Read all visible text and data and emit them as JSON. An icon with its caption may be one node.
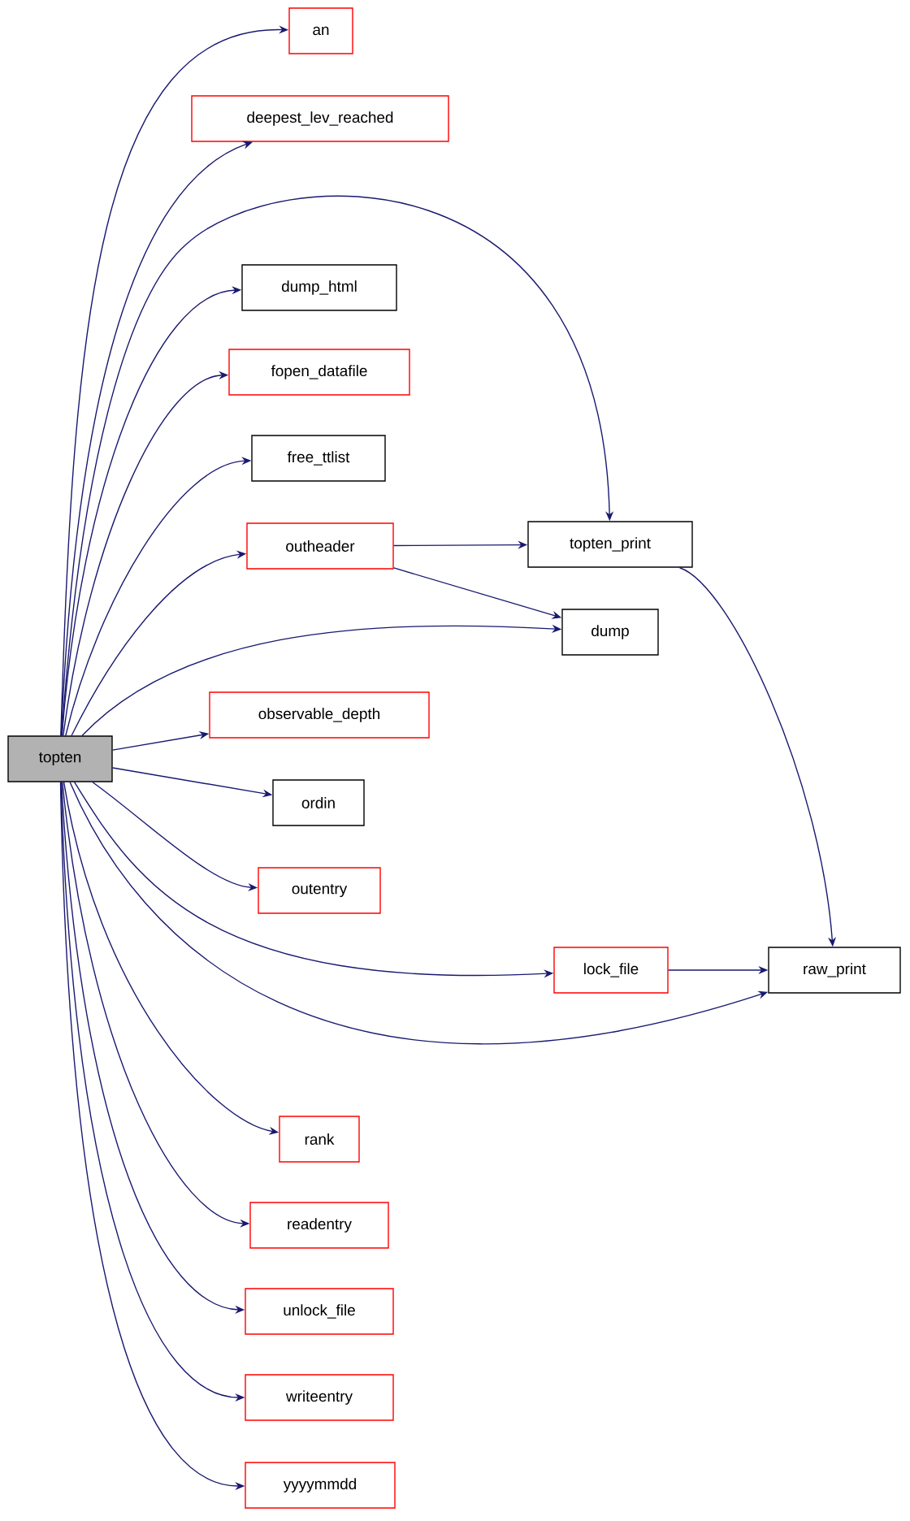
{
  "diagram": {
    "nodes": [
      {
        "text": [
          "topten"
        ]
      },
      {
        "text": [
          "an"
        ]
      },
      {
        "text": [
          "deepest_lev_reached"
        ]
      },
      {
        "text": [
          "dump_html"
        ]
      },
      {
        "text": [
          "fopen_datafile"
        ]
      },
      {
        "text": [
          "free_ttlist"
        ]
      },
      {
        "text": [
          "outheader"
        ]
      },
      {
        "text": [
          "topten_print"
        ]
      },
      {
        "text": [
          "dump"
        ]
      },
      {
        "text": [
          "observable_depth"
        ]
      },
      {
        "text": [
          "ordin"
        ]
      },
      {
        "text": [
          "outentry"
        ]
      },
      {
        "text": [
          "lock_file"
        ]
      },
      {
        "text": [
          "raw_print"
        ]
      },
      {
        "text": [
          "rank"
        ]
      },
      {
        "text": [
          "readentry"
        ]
      },
      {
        "text": [
          "unlock_file"
        ]
      },
      {
        "text": [
          "writeentry"
        ]
      },
      {
        "text": [
          "yyyymmdd"
        ]
      }
    ],
    "edges": [
      {
        "from": 0,
        "to": 1,
        "arrow": "to"
      },
      {
        "from": 0,
        "to": 2,
        "arrow": "to"
      },
      {
        "from": 0,
        "to": 3,
        "arrow": "to"
      },
      {
        "from": 0,
        "to": 4,
        "arrow": "to"
      },
      {
        "from": 0,
        "to": 5,
        "arrow": "to"
      },
      {
        "from": 0,
        "to": 6,
        "arrow": "to"
      },
      {
        "from": 0,
        "to": 7,
        "arrow": "to"
      },
      {
        "from": 0,
        "to": 8,
        "arrow": "to"
      },
      {
        "from": 0,
        "to": 9,
        "arrow": "to"
      },
      {
        "from": 0,
        "to": 10,
        "arrow": "to"
      },
      {
        "from": 0,
        "to": 11,
        "arrow": "to"
      },
      {
        "from": 0,
        "to": 12,
        "arrow": "to"
      },
      {
        "from": 0,
        "to": 13,
        "arrow": "to"
      },
      {
        "from": 0,
        "to": 14,
        "arrow": "to"
      },
      {
        "from": 0,
        "to": 15,
        "arrow": "to"
      },
      {
        "from": 0,
        "to": 16,
        "arrow": "to"
      },
      {
        "from": 0,
        "to": 17,
        "arrow": "to"
      },
      {
        "from": 0,
        "to": 18,
        "arrow": "to"
      },
      {
        "from": 6,
        "to": 7,
        "arrow": "to"
      },
      {
        "from": 6,
        "to": 8,
        "arrow": "to"
      },
      {
        "from": 7,
        "to": 13,
        "arrow": "to"
      },
      {
        "from": 12,
        "to": 13,
        "arrow": "to"
      }
    ]
  }
}
